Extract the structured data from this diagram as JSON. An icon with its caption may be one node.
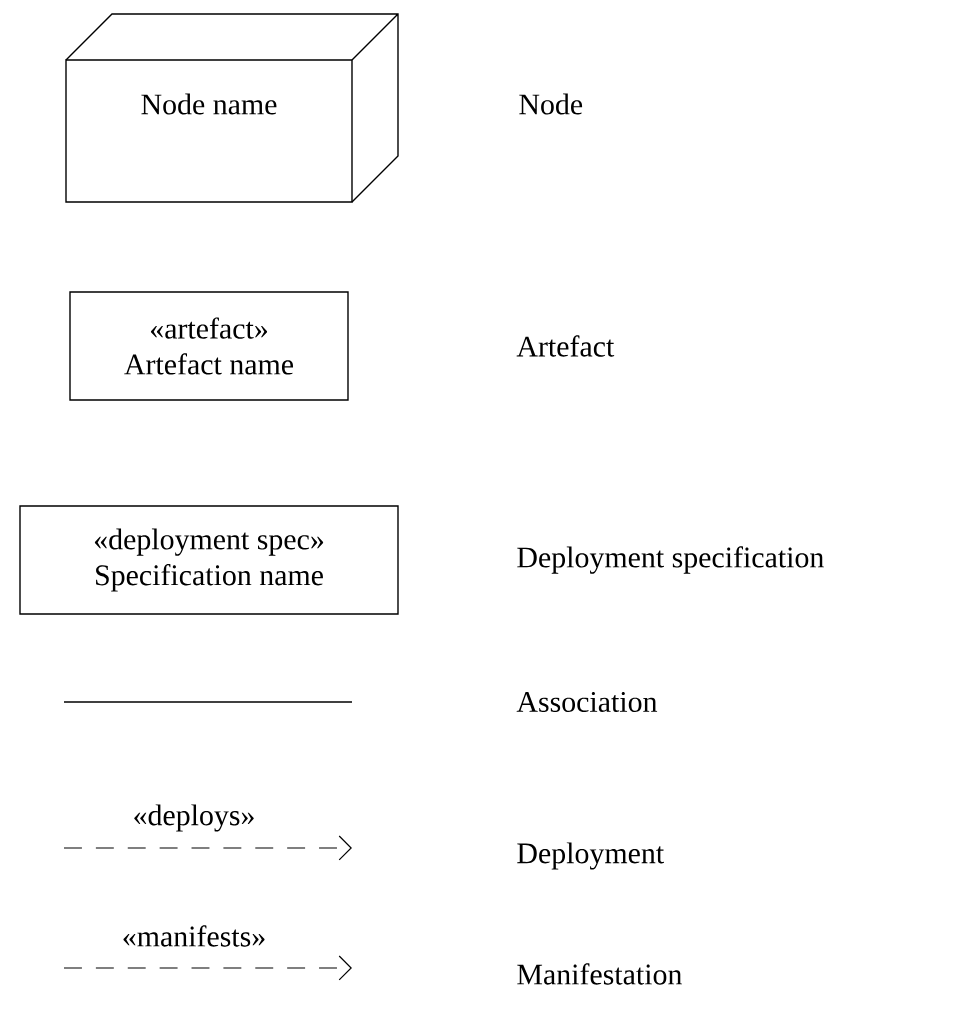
{
  "diagram": {
    "nodes": [
      {
        "text": [
          "Node name"
        ]
      },
      {
        "text": [
          "«artefact»",
          "Artefact name"
        ]
      },
      {
        "text": [
          "«deployment spec»",
          "Specification name"
        ]
      }
    ],
    "labels": [
      "Node",
      "Artefact",
      "Deployment specification",
      "«deploys»",
      "«manifests»"
    ],
    "legend": [
      {
        "text": "Association"
      },
      {
        "text": "Deployment"
      },
      {
        "text": "Manifestation"
      }
    ]
  }
}
